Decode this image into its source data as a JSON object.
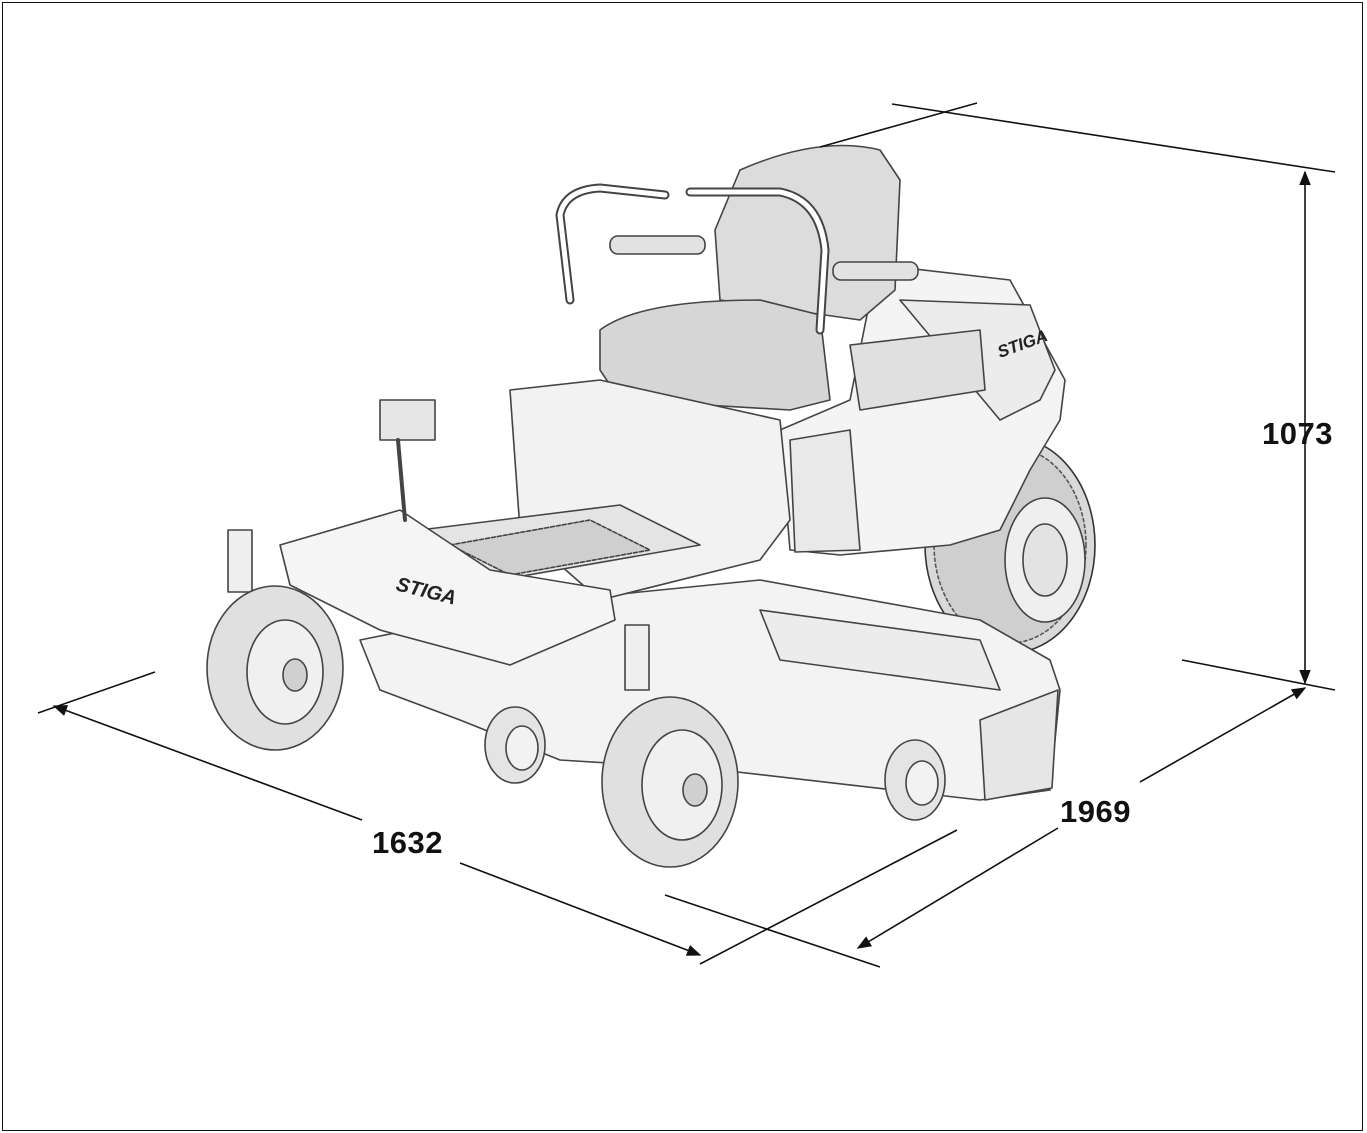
{
  "dimensions": {
    "height": "1073",
    "length": "1969",
    "width": "1632"
  },
  "brand": {
    "logo_text": "STIGA"
  },
  "colors": {
    "line": "#111111",
    "sketch": "#555555",
    "background": "#ffffff"
  }
}
